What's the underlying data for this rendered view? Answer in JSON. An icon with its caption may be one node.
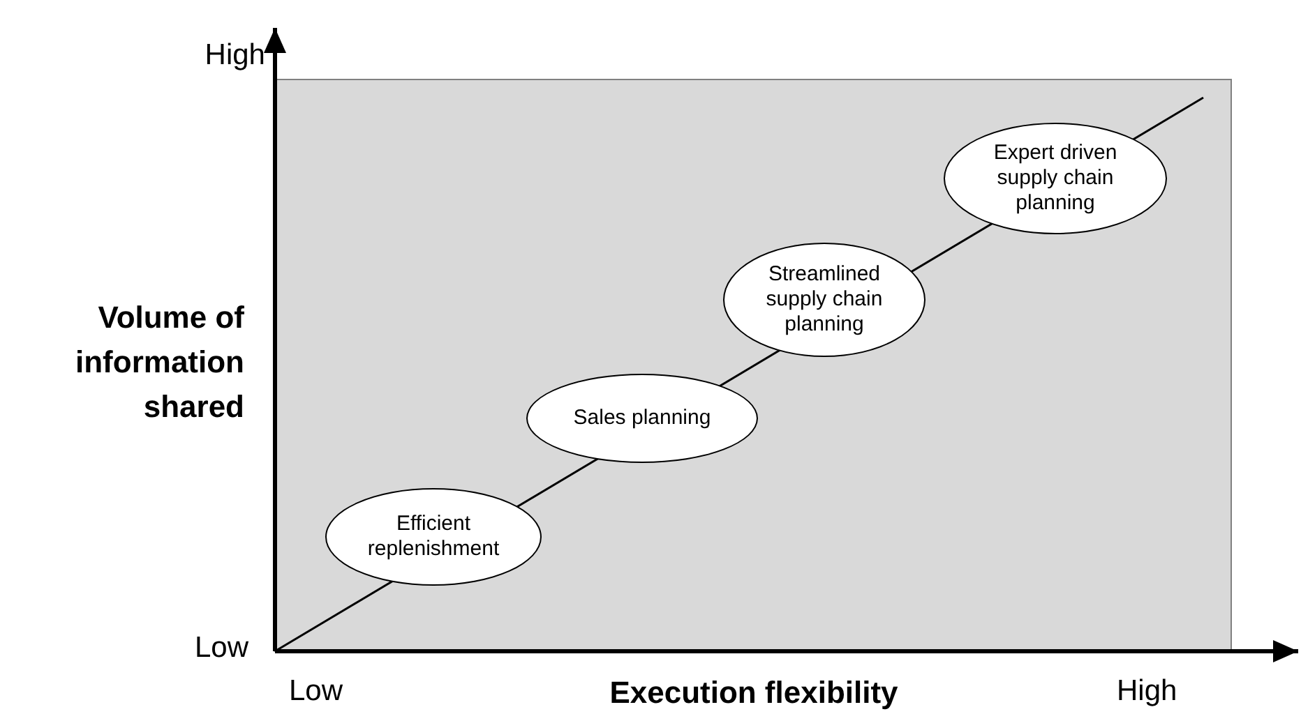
{
  "diagram": {
    "nodes": [
      {
        "text": [
          "Efficient replenishment"
        ]
      },
      {
        "text": [
          "Sales planning"
        ]
      },
      {
        "text": [
          "Streamlined supply chain planning"
        ]
      },
      {
        "text": [
          "Expert driven supply chain planning"
        ]
      }
    ],
    "edges": [],
    "labels": [
      "High",
      "Volume of information shared",
      "Low",
      "Low",
      "Execution flexibility",
      "High"
    ]
  }
}
